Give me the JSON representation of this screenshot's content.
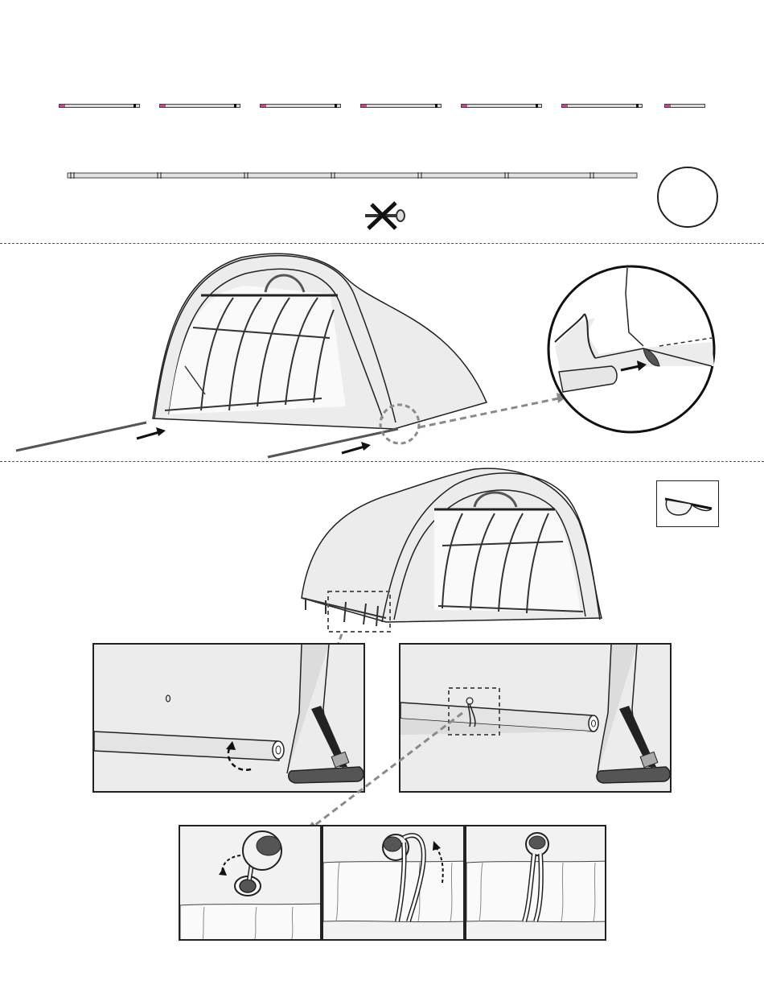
{
  "step_a": {
    "short_pole_count": 6,
    "long_pole_segments": 6,
    "no_bolt_icon": "crossed-out-bolt-icon",
    "count_circle_value": ""
  },
  "step_b": {
    "icon": "shelter-frame-insertion"
  },
  "step_c": {
    "safety_icon": "safety-glasses-icon"
  },
  "colors": {
    "line": "#222222",
    "fabric": "#eeeeee",
    "pole_tip": "#d4408e",
    "dashed_callout": "#8a8a8a",
    "dark_bar": "#555555"
  }
}
